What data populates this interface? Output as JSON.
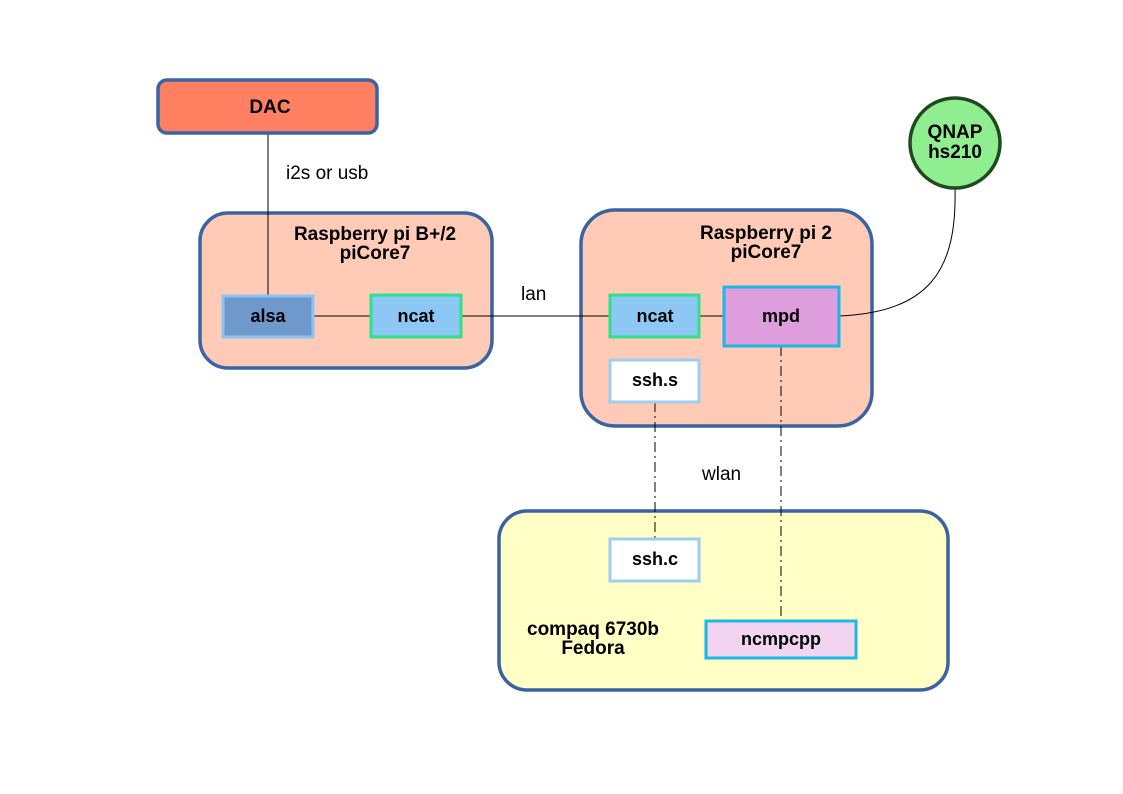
{
  "colors": {
    "dac_fill": "#ff7f61",
    "container_border": "#3a63a3",
    "pi_fill": "#ffcbb6",
    "laptop_fill": "#ffffc6",
    "qnap_fill": "#90ee90",
    "qnap_border": "#1f4a1f",
    "alsa_fill": "#6f99cc",
    "alsa_border": "#8cc3f7",
    "ncat_fill": "#8cc8f3",
    "ncat_border": "#2fe08a",
    "mpd_fill": "#de9edd",
    "mpd_border": "#19b8e6",
    "ssh_fill": "#ffffff",
    "ssh_border": "#9fcdf2",
    "ncmpcpp_fill": "#f2d4f0",
    "ncmpcpp_border": "#19b8e6"
  },
  "nodes": {
    "dac": "DAC",
    "qnap_line1": "QNAP",
    "qnap_line2": "hs210",
    "pi_b_line1": "Raspberry pi B+/2",
    "pi_b_line2": "piCore7",
    "pi_2_line1": "Raspberry pi 2",
    "pi_2_line2": "piCore7",
    "laptop_line1": "compaq 6730b",
    "laptop_line2": "Fedora",
    "alsa": "alsa",
    "ncat_left": "ncat",
    "ncat_right": "ncat",
    "mpd": "mpd",
    "ssh_server": "ssh.s",
    "ssh_client": "ssh.c",
    "ncmpcpp": "ncmpcpp"
  },
  "edges": {
    "dac_link": "i2s or usb",
    "lan": "lan",
    "wlan": "wlan"
  }
}
